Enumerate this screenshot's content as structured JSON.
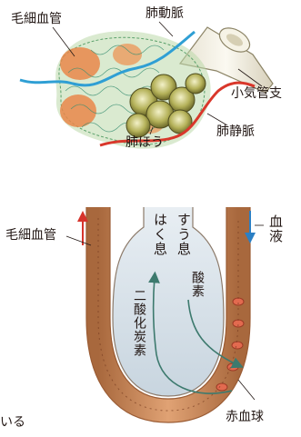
{
  "labels": {
    "capillary_top": "毛細血管",
    "pulmonary_artery": "肺動脈",
    "bronchiole": "小気管支",
    "pulmonary_vein": "肺静脈",
    "alveolus": "肺ほう",
    "capillary_bottom": "毛細血管",
    "exhale": "はく息",
    "inhale": "すう息",
    "blood": "血液",
    "oxygen": "酸素",
    "co2": "二酸化炭素",
    "rbc": "赤血球",
    "partial_text": "いる"
  },
  "colors": {
    "artery_red": "#d9372b",
    "vein_blue": "#2f9fd4",
    "alveolus_olive": "#9a9a3a",
    "capillary_green": "#3a9f7f",
    "wall_brown": "#b97a4a",
    "arrow_red": "#d6342c",
    "arrow_blue": "#2b7fc4",
    "gas_arrow": "#3d7a6e"
  }
}
